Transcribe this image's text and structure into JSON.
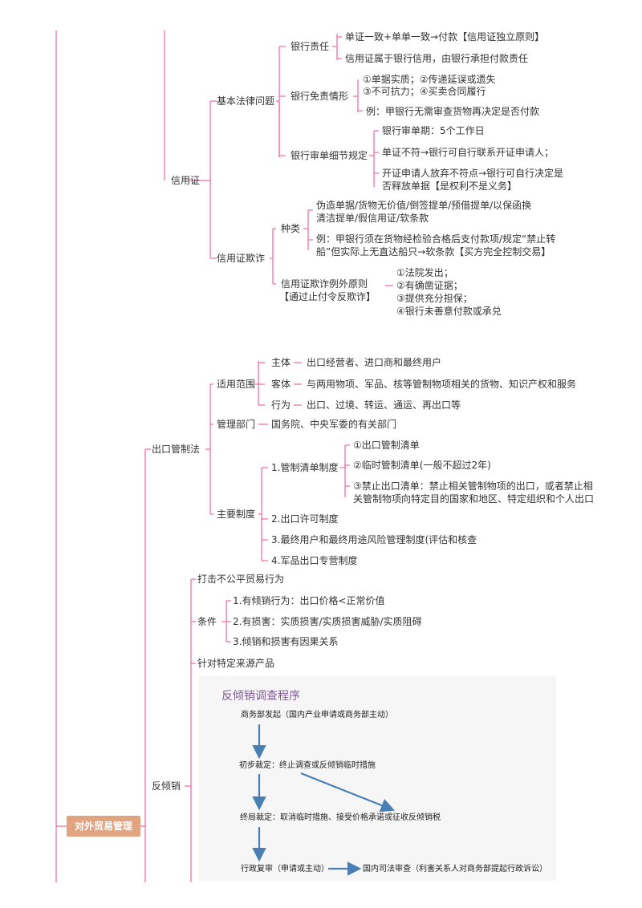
{
  "root": "对外贸易管理",
  "lc": {
    "title": "信用证",
    "basic": {
      "title": "基本法律问题",
      "bank_duty": {
        "title": "银行责任",
        "items": [
          "单证一致+单单一致→付款【信用证独立原则】",
          "信用证属于银行信用，由银行承担付款责任"
        ]
      },
      "exempt": {
        "title": "银行免责情形",
        "items": [
          "①单据实质；②传递延误或遗失",
          "③不可抗力；④买卖合同履行",
          "例：甲银行无需审查货物再决定是否付款"
        ]
      },
      "review": {
        "title": "银行审单细节规定",
        "items": [
          "银行审单期：5个工作日",
          "单证不符→银行可自行联系开证申请人；",
          "开证申请人放弃不符点→银行可自行决定是",
          "否释放单据【是权利不是义务】"
        ]
      }
    },
    "fraud": {
      "title": "信用证欺诈",
      "kinds": {
        "title": "种类",
        "items": [
          "伪造单据/货物无价值/倒签提单/预借提单/以保函换",
          "清洁提单/假信用证/软条款",
          "例：甲银行须在货物经检验合格后支付款项/规定“禁止转",
          "船”但实际上无直达船只→软条款【买方完全控制交易】"
        ]
      },
      "exception": {
        "title": "信用证欺诈例外原则",
        "subtitle": "【通过止付令反欺诈】",
        "items": [
          "①法院发出；",
          "②有确凿证据；",
          "③提供充分担保；",
          "④银行未善意付款或承兑"
        ]
      }
    }
  },
  "ecl": {
    "title": "出口管制法",
    "scope": {
      "title": "适用范围",
      "rows": [
        {
          "k": "主体",
          "v": "出口经营者、进口商和最终用户"
        },
        {
          "k": "客体",
          "v": "与两用物项、军品、核等管制物项相关的货物、知识产权和服务"
        },
        {
          "k": "行为",
          "v": "出口、过境、转运、通运、再出口等"
        }
      ]
    },
    "dept": {
      "title": "管理部门",
      "value": "国务院、中央军委的有关部门"
    },
    "systems": {
      "title": "主要制度",
      "list": {
        "title": "1.管制清单制度",
        "items": [
          "①出口管制清单",
          "②临时管制清单(一般不超过2年)",
          "③禁止出口清单：禁止相关管制物项的出口，或者禁止相",
          "关管制物项向特定目的国家和地区、特定组织和个人出口"
        ]
      },
      "others": [
        "2.出口许可制度",
        "3.最终用户和最终用途风险管理制度(评估和核查",
        "4.军品出口专营制度"
      ]
    }
  },
  "ad": {
    "title": "反倾销",
    "fair": "打击不公平贸易行为",
    "cond": {
      "title": "条件",
      "items": [
        "1.有倾销行为：出口价格<正常价值",
        "2.有损害：实质损害/实质损害威胁/实质阻碍",
        "3.倾销和损害有因果关系"
      ]
    },
    "target": "针对特定来源产品",
    "figure": {
      "title": "反倾销调查程序",
      "s1": "商务部发起（国内产业申请或商务部主动）",
      "s2": "初步裁定：终止调查或反倾销临时措施",
      "s3": "终局裁定：取消临时措施、接受价格承诺或征收反倾销税",
      "s4": "行政复审（申请或主动）",
      "s5": "国内司法审查（利害关系人对商务部提起行政诉讼）"
    }
  },
  "colors": {
    "line": "#f06fa7",
    "root_bg": "#e2a381",
    "arrow": "#4a7fb5",
    "fig_title": "#7d5a96"
  }
}
